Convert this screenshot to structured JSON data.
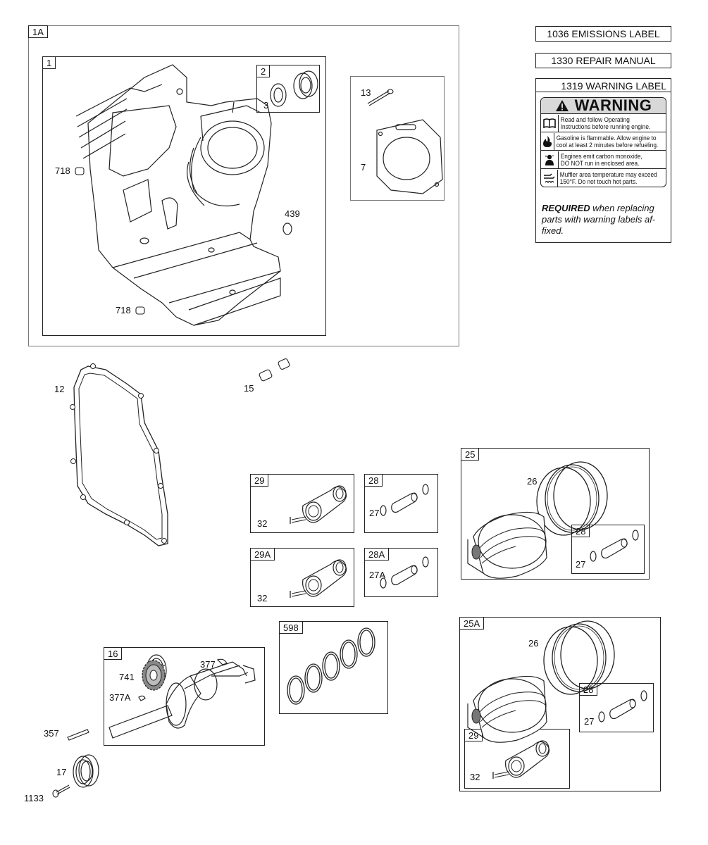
{
  "side_labels": {
    "emissions": "1036 EMISSIONS LABEL",
    "repair": "1330 REPAIR MANUAL",
    "warning": "1319 WARNING LABEL"
  },
  "warning_card": {
    "heading": "WARNING",
    "rows": [
      {
        "icon": "book-icon",
        "line1": "Read and follow Operating",
        "line2": "Instructions before running engine."
      },
      {
        "icon": "flame-icon",
        "line1": "Gasoline is flammable. Allow engine to",
        "line2": "cool at least 2 minutes before refueling."
      },
      {
        "icon": "gas-person-icon",
        "line1": "Engines emit carbon monoxide,",
        "line2": "DO NOT run in enclosed area."
      },
      {
        "icon": "hot-surface-icon",
        "line1": "Muffler area temperature may exceed",
        "line2": "150°F. Do not touch hot parts."
      }
    ],
    "note_bold": "REQUIRED",
    "note_rest": " when replacing parts with warning labels af-fixed."
  },
  "boxes": {
    "b1A": "1A",
    "b1": "1",
    "b2": "2",
    "b29": "29",
    "b28": "28",
    "b25": "25",
    "b28c": "28",
    "b29A": "29A",
    "b28A": "28A",
    "b598": "598",
    "b25A": "25A",
    "b16": "16",
    "b28d": "28",
    "b29b": "29"
  },
  "labels": {
    "p3": "3",
    "p13": "13",
    "p7": "7",
    "p718a": "718",
    "p718b": "718",
    "p439": "439",
    "p12": "12",
    "p15": "15",
    "p32a": "32",
    "p27a": "27",
    "p26a": "26",
    "p27b": "27",
    "p32b": "32",
    "p27A": "27A",
    "p741": "741",
    "p377": "377",
    "p377A": "377A",
    "p26b": "26",
    "p27c": "27",
    "p32c": "32",
    "p357": "357",
    "p17": "17",
    "p1133": "1133"
  }
}
